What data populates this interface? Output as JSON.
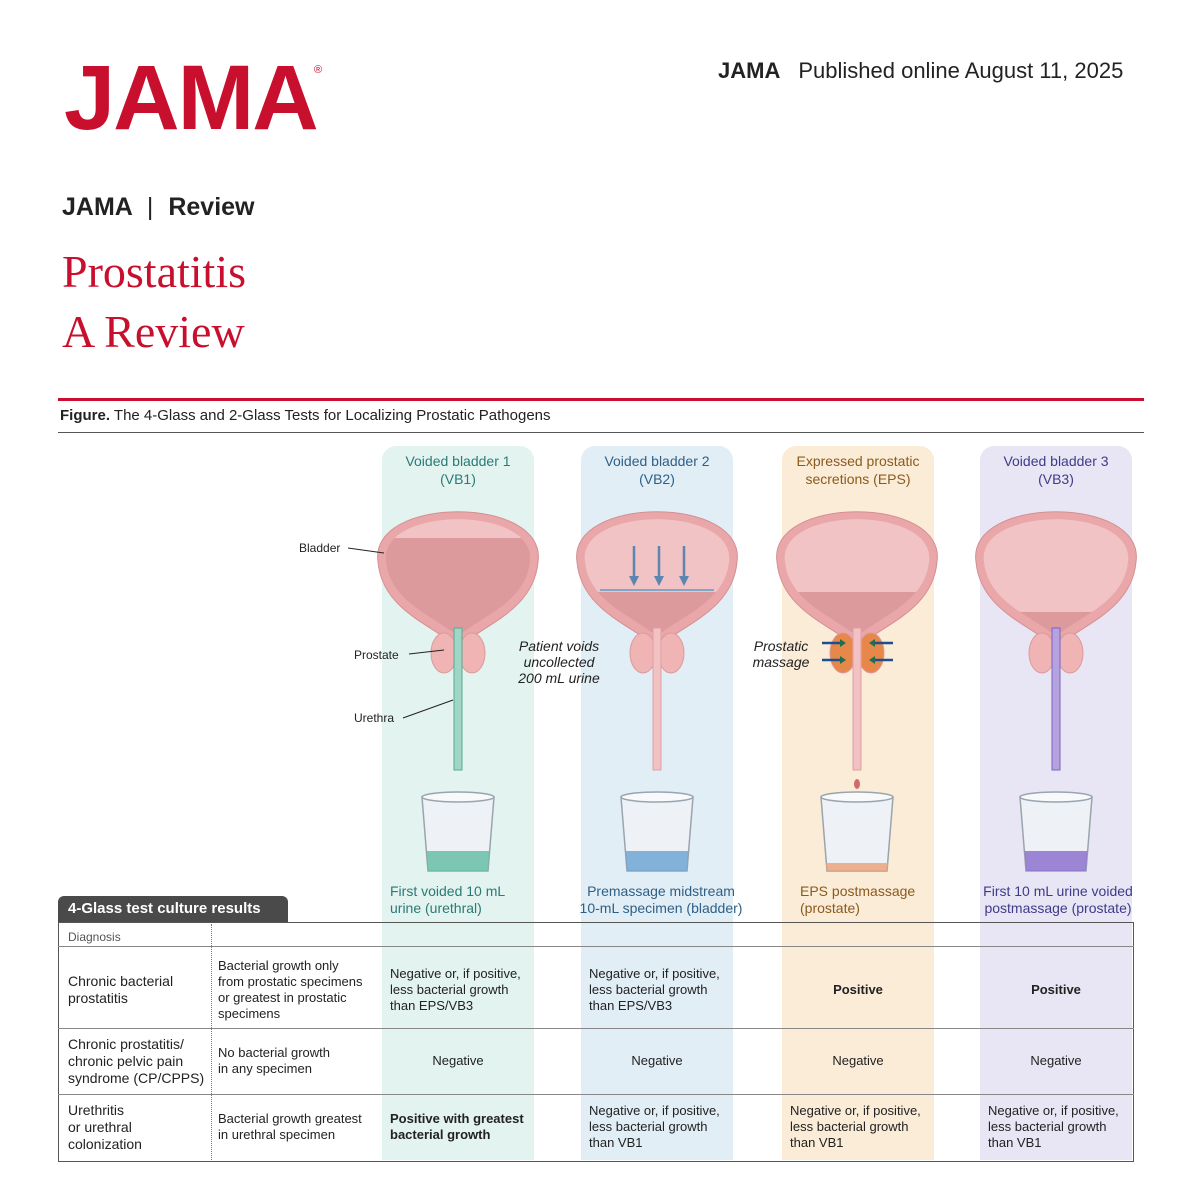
{
  "header": {
    "logo": "JAMA",
    "logo_reg": "®",
    "journal": "JAMA",
    "published": "Published online August  11, 2025"
  },
  "article": {
    "section_journal": "JAMA",
    "section_sep": "|",
    "section_type": "Review",
    "title_line1": "Prostatitis",
    "title_line2": "A Review"
  },
  "figure": {
    "caption_bold": "Figure.",
    "caption_text": " The 4-Glass and 2-Glass Tests for Localizing Prostatic Pathogens",
    "columns": [
      {
        "head1": "Voided bladder 1",
        "head2": "(VB1)",
        "foot1": "First voided 10 mL",
        "foot2": "urine (urethral)",
        "bg": "#e3f3ef",
        "head_color": "#2a7a75",
        "fluid": "#66bfa7"
      },
      {
        "head1": "Voided bladder 2",
        "head2": "(VB2)",
        "foot1": "Premassage midstream",
        "foot2": "10-mL specimen (bladder)",
        "bg": "#e2eef6",
        "head_color": "#2f5f86",
        "fluid": "#6fa6d4"
      },
      {
        "head1": "Expressed prostatic",
        "head2": "secretions (EPS)",
        "foot1": "EPS postmassage",
        "foot2": "(prostate)",
        "bg": "#fbecd7",
        "head_color": "#8a5a1e",
        "fluid": "#e9a57c"
      },
      {
        "head1": "Voided bladder 3",
        "head2": "(VB3)",
        "foot1": "First 10 mL urine voided",
        "foot2": "postmassage (prostate)",
        "bg": "#e8e6f4",
        "head_color": "#3f3b8a",
        "fluid": "#8e72cf"
      }
    ],
    "anatomy_labels": {
      "bladder": "Bladder",
      "prostate": "Prostate",
      "urethra": "Urethra"
    },
    "notes": {
      "voids_line1": "Patient voids",
      "voids_line2": "uncollected",
      "voids_line3": "200 mL urine",
      "massage_line1": "Prostatic",
      "massage_line2": "massage"
    },
    "table": {
      "tab_label": "4-Glass test culture results",
      "diagnosis_header": "Diagnosis",
      "rows": [
        {
          "name": [
            "Chronic bacterial",
            "prostatitis"
          ],
          "criteria": [
            "Bacterial growth only",
            "from prostatic specimens",
            "or greatest in prostatic",
            "specimens"
          ],
          "vb1": [
            "Negative or, if positive,",
            "less bacterial growth",
            "than EPS/VB3"
          ],
          "vb2": [
            "Negative or, if positive,",
            "less bacterial growth",
            "than EPS/VB3"
          ],
          "eps": [
            "Positive"
          ],
          "vb3": [
            "Positive"
          ]
        },
        {
          "name": [
            "Chronic prostatitis/",
            "chronic pelvic pain",
            "syndrome (CP/CPPS)"
          ],
          "criteria": [
            "No bacterial growth",
            "in any specimen"
          ],
          "vb1": [
            "Negative"
          ],
          "vb2": [
            "Negative"
          ],
          "eps": [
            "Negative"
          ],
          "vb3": [
            "Negative"
          ]
        },
        {
          "name": [
            "Urethritis",
            "or urethral",
            "colonization"
          ],
          "criteria": [
            "Bacterial growth greatest",
            "in urethral specimen"
          ],
          "vb1": [
            "Positive with greatest",
            "bacterial growth"
          ],
          "vb2": [
            "Negative or, if positive,",
            "less bacterial growth",
            "than VB1"
          ],
          "eps": [
            "Negative or, if positive,",
            "less bacterial growth",
            "than VB1"
          ],
          "vb3": [
            "Negative or, if positive,",
            "less bacterial growth",
            "than VB1"
          ]
        }
      ]
    }
  },
  "colors": {
    "brand_red": "#c8102e",
    "bladder_fill": "#f2c3c4",
    "bladder_urine": "#dc9a9d",
    "bladder_wall": "#e9a7aa",
    "prostate": "#f0b4b4",
    "prostate_massaged": "#e7884a"
  }
}
